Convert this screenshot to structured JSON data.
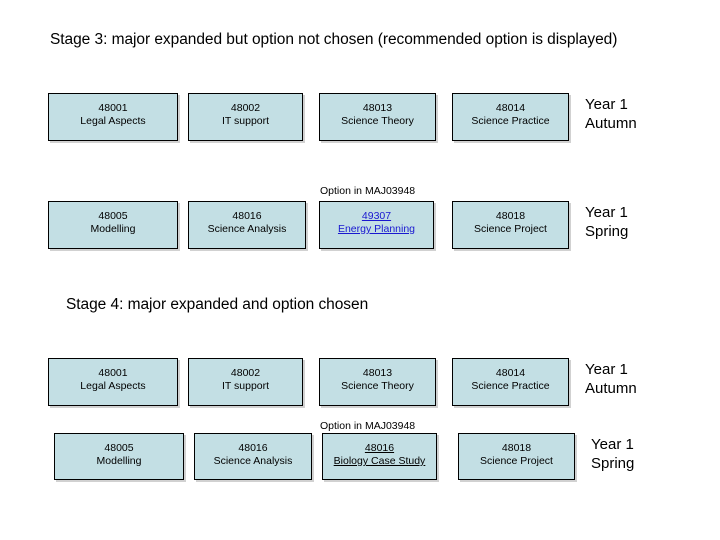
{
  "slide": {
    "background": "#ffffff",
    "box_fill": "#c3dfe4",
    "box_border": "#000000",
    "link_color": "#1a18d0",
    "text_color": "#000000"
  },
  "stages": [
    {
      "heading": "Stage 3: major expanded but option not chosen (recommended option is displayed)",
      "rows": [
        {
          "note": "",
          "term": {
            "line1": "Year 1",
            "line2": "Autumn"
          },
          "boxes": [
            {
              "code": "48001",
              "title": "Legal Aspects",
              "style": "plain"
            },
            {
              "code": "48002",
              "title": "IT support",
              "style": "plain"
            },
            {
              "code": "48013",
              "title": "Science Theory",
              "style": "plain"
            },
            {
              "code": "48014",
              "title": "Science Practice",
              "style": "plain"
            }
          ]
        },
        {
          "note": "Option in MAJ03948",
          "term": {
            "line1": "Year 1",
            "line2": "Spring"
          },
          "boxes": [
            {
              "code": "48005",
              "title": "Modelling",
              "style": "plain"
            },
            {
              "code": "48016",
              "title": "Science Analysis",
              "style": "plain"
            },
            {
              "code": "49307",
              "title": "Energy Planning",
              "style": "link"
            },
            {
              "code": "48018",
              "title": "Science Project",
              "style": "plain"
            }
          ]
        }
      ]
    },
    {
      "heading": "Stage 4: major expanded and option chosen",
      "rows": [
        {
          "note": "",
          "term": {
            "line1": "Year 1",
            "line2": "Autumn"
          },
          "boxes": [
            {
              "code": "48001",
              "title": "Legal Aspects",
              "style": "plain"
            },
            {
              "code": "48002",
              "title": "IT support",
              "style": "plain"
            },
            {
              "code": "48013",
              "title": "Science Theory",
              "style": "plain"
            },
            {
              "code": "48014",
              "title": "Science Practice",
              "style": "plain"
            }
          ]
        },
        {
          "note": "Option in MAJ03948",
          "term": {
            "line1": "Year 1",
            "line2": "Spring"
          },
          "boxes": [
            {
              "code": "48005",
              "title": "Modelling",
              "style": "plain"
            },
            {
              "code": "48016",
              "title": "Science Analysis",
              "style": "plain"
            },
            {
              "code": "48016",
              "title": "Biology Case Study",
              "style": "chosen"
            },
            {
              "code": "48018",
              "title": "Science Project",
              "style": "plain"
            }
          ]
        }
      ]
    }
  ]
}
